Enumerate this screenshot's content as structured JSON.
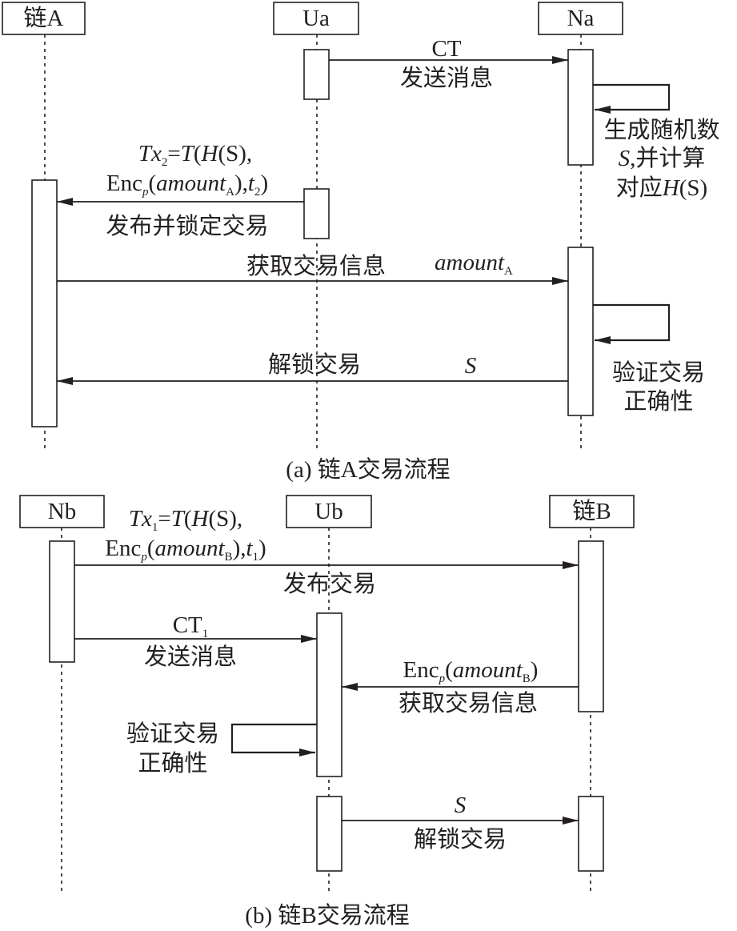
{
  "participants_a": {
    "chain_a": "链A",
    "ua": "Ua",
    "na": "Na"
  },
  "participants_b": {
    "nb": "Nb",
    "ub": "Ub",
    "chain_b": "链B"
  },
  "diagram_a": {
    "caption": "(a) 链A交易流程",
    "msg_ct": {
      "top": "CT",
      "bottom": "发送消息"
    },
    "self_gen": {
      "line1": "生成随机数",
      "line2_var": "S",
      "line2_rest": ",并计算",
      "line3_pre": "对应",
      "line3_func": "H",
      "line3_paren": "(S)"
    },
    "msg_tx2": {
      "var": "Tx",
      "sub": "2",
      "eq": "=",
      "func_t": "T",
      "open": "(",
      "func_h": "H",
      "arg_s": "(S),",
      "enc": "Enc",
      "enc_sub": "p",
      "paren_open": "(",
      "amount": "amount",
      "amount_sub": "A",
      "mid": "),",
      "t": "t",
      "t_sub": "2",
      "close": ")",
      "label": "发布并锁定交易"
    },
    "msg_info": {
      "label": "获取交易信息",
      "amount": "amount",
      "amount_sub": "A"
    },
    "self_verify": {
      "line1": "验证交易",
      "line2": "正确性"
    },
    "msg_unlock": {
      "label": "解锁交易",
      "var": "S"
    }
  },
  "diagram_b": {
    "caption": "(b) 链B交易流程",
    "msg_tx1": {
      "var": "Tx",
      "sub": "1",
      "eq": "=",
      "func_t": "T",
      "open": "(",
      "func_h": "H",
      "arg_s": "(S),",
      "enc": "Enc",
      "enc_sub": "p",
      "paren_open": "(",
      "amount": "amount",
      "amount_sub": "B",
      "mid": "),",
      "t": "t",
      "t_sub": "1",
      "close": ")",
      "label": "发布交易"
    },
    "msg_ct1": {
      "top": "CT",
      "top_sub": "1",
      "bottom": "发送消息"
    },
    "msg_enc": {
      "enc": "Enc",
      "enc_sub": "p",
      "open": "(",
      "amount": "amount",
      "amount_sub": "B",
      "close": ")",
      "label": "获取交易信息"
    },
    "self_verify": {
      "line1": "验证交易",
      "line2": "正确性"
    },
    "msg_unlock": {
      "var": "S",
      "label": "解锁交易"
    }
  },
  "colors": {
    "ink": "#231f20",
    "background": "#ffffff"
  }
}
